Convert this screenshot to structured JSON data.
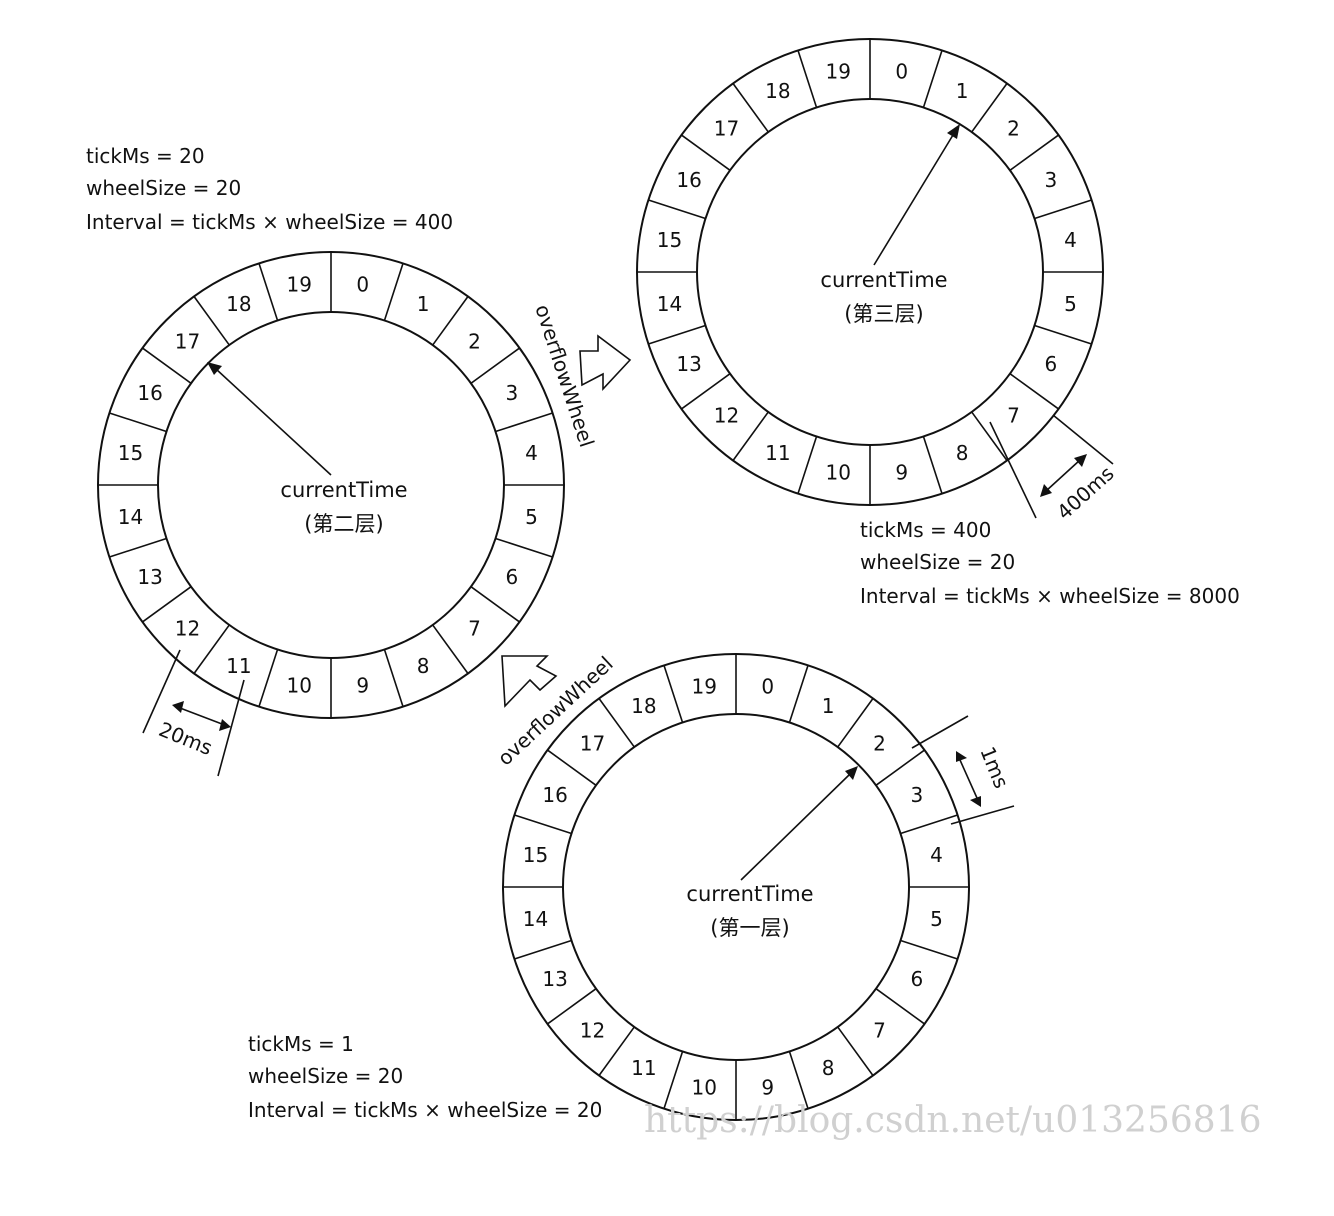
{
  "wheels": [
    {
      "id": "layer2",
      "slots": [
        "0",
        "1",
        "2",
        "3",
        "4",
        "5",
        "6",
        "7",
        "8",
        "9",
        "10",
        "11",
        "12",
        "13",
        "14",
        "15",
        "16",
        "17",
        "18",
        "19"
      ],
      "center_label": "currentTime",
      "layer_label": "(第二层)",
      "info": [
        "tickMs = 20",
        "wheelSize = 20",
        "Interval = tickMs × wheelSize = 400"
      ],
      "pointer_slot": 17,
      "span_label": "20ms"
    },
    {
      "id": "layer3",
      "slots": [
        "0",
        "1",
        "2",
        "3",
        "4",
        "5",
        "6",
        "7",
        "8",
        "9",
        "10",
        "11",
        "12",
        "13",
        "14",
        "15",
        "16",
        "17",
        "18",
        "19"
      ],
      "center_label": "currentTime",
      "layer_label": "(第三层)",
      "info": [
        "tickMs = 400",
        "wheelSize = 20",
        "Interval = tickMs × wheelSize = 8000"
      ],
      "pointer_slot": 1,
      "span_label": "400ms"
    },
    {
      "id": "layer1",
      "slots": [
        "0",
        "1",
        "2",
        "3",
        "4",
        "5",
        "6",
        "7",
        "8",
        "9",
        "10",
        "11",
        "12",
        "13",
        "14",
        "15",
        "16",
        "17",
        "18",
        "19"
      ],
      "center_label": "currentTime",
      "layer_label": "(第一层)",
      "info": [
        "tickMs = 1",
        "wheelSize = 20",
        "Interval = tickMs × wheelSize = 20"
      ],
      "pointer_slot": 2,
      "span_label": "1ms"
    }
  ],
  "overflow": [
    {
      "label": "overflowWheel"
    },
    {
      "label": "overflowWheel"
    }
  ],
  "watermark": "https://blog.csdn.net/u013256816"
}
